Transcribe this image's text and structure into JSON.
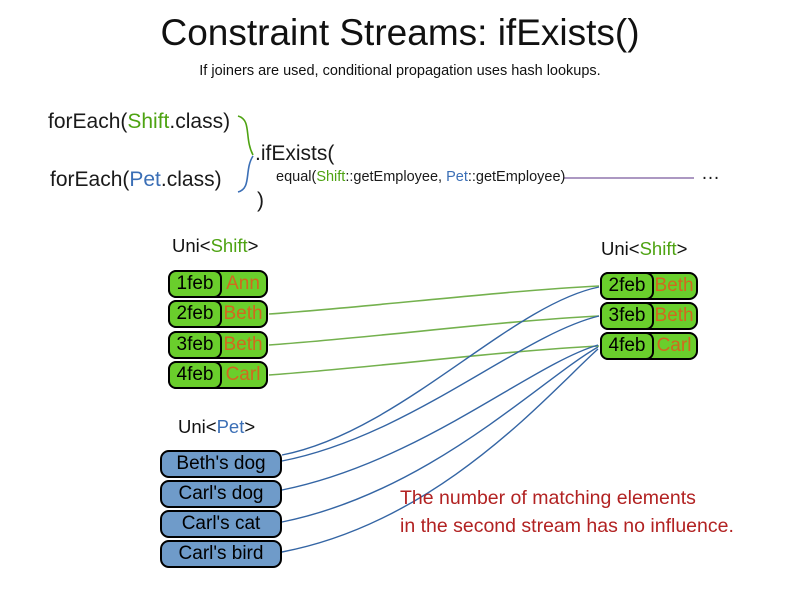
{
  "title": "Constraint Streams: ifExists()",
  "subtitle": "If joiners are used, conditional propagation uses hash lookups.",
  "code": {
    "foreach_shift": {
      "prefix": "forEach(",
      "class_name": "Shift",
      "suffix": ".class)"
    },
    "foreach_pet": {
      "prefix": "forEach(",
      "class_name": "Pet",
      "suffix": ".class)"
    },
    "if_exists": ".ifExists(",
    "equal": {
      "prefix": "equal(",
      "shift": "Shift",
      "mid": "::getEmployee, ",
      "pet": "Pet",
      "suffix": "::getEmployee)"
    },
    "ellipsis": "…",
    "close_paren": ")"
  },
  "left_shift_table": {
    "title": {
      "prefix": "Uni<",
      "type": "Shift",
      "suffix": ">"
    },
    "rows": [
      {
        "date": "1feb",
        "name": "Ann"
      },
      {
        "date": "2feb",
        "name": "Beth"
      },
      {
        "date": "3feb",
        "name": "Beth"
      },
      {
        "date": "4feb",
        "name": "Carl"
      }
    ]
  },
  "right_shift_table": {
    "title": {
      "prefix": "Uni<",
      "type": "Shift",
      "suffix": ">"
    },
    "rows": [
      {
        "date": "2feb",
        "name": "Beth"
      },
      {
        "date": "3feb",
        "name": "Beth"
      },
      {
        "date": "4feb",
        "name": "Carl"
      }
    ]
  },
  "pet_table": {
    "title": {
      "prefix": "Uni<",
      "type": "Pet",
      "suffix": ">"
    },
    "rows": [
      "Beth's dog",
      "Carl's dog",
      "Carl's cat",
      "Carl's bird"
    ]
  },
  "note": {
    "line1": "The number of matching elements",
    "line2": "in the second stream has no influence."
  },
  "colors": {
    "green_box_fill": "#6ace2c",
    "green_text": "#4ea312",
    "blue_text": "#3b6fb6",
    "blue_box_fill": "#6f9bc9",
    "orange_text": "#d2691e",
    "red_note_text": "#b22222",
    "green_link_line": "#74b14e",
    "blue_link_line": "#3465a4",
    "purple_joiner_line": "#7a5a9d"
  }
}
